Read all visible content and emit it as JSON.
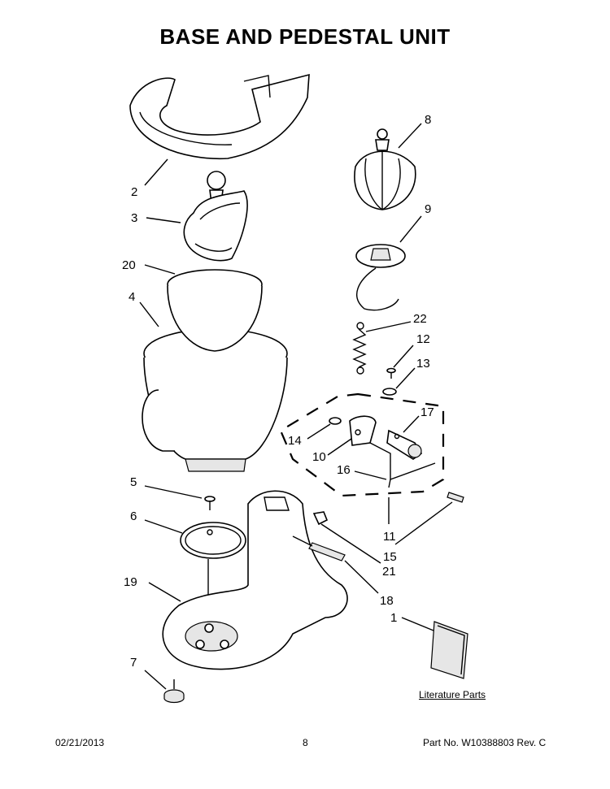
{
  "title": "BASE AND PEDESTAL UNIT",
  "callouts": [
    "2",
    "3",
    "20",
    "4",
    "5",
    "6",
    "19",
    "7",
    "8",
    "9",
    "22",
    "12",
    "13",
    "17",
    "14",
    "10",
    "16",
    "11",
    "15",
    "21",
    "18",
    "1"
  ],
  "literature_label": "Literature Parts",
  "footer": {
    "date": "02/21/2013",
    "page": "8",
    "part": "Part No.  W10388803  Rev.  C"
  }
}
